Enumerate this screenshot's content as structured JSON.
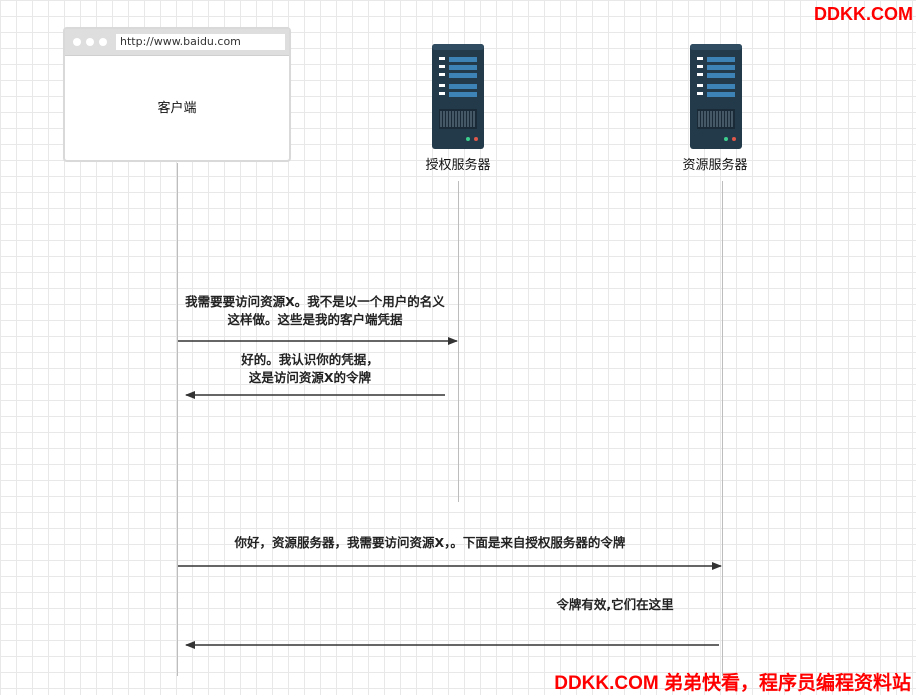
{
  "watermark": {
    "top": "DDKK.COM",
    "bottom": "DDKK.COM 弟弟快看，程序员编程资料站"
  },
  "client": {
    "url": "http://www.baidu.com",
    "label": "客户端"
  },
  "auth_server": {
    "label": "授权服务器"
  },
  "resource_server": {
    "label": "资源服务器"
  },
  "messages": [
    {
      "line1": "我需要要访问资源X。我不是以一个用户的名义",
      "line2": "这样做。这些是我的客户端凭据"
    },
    {
      "line1": "好的。我认识你的凭据，",
      "line2": "这是访问资源X的令牌"
    },
    {
      "line1": "你好，资源服务器，我需要访问资源X，。下面是来自授权服务器的令牌"
    },
    {
      "line1": "令牌有效,它们在这里"
    }
  ],
  "colors": {
    "server_body": "#233a4a",
    "server_bar": "#3d83b5",
    "arrow": "#333333",
    "watermark": "#ff0000"
  }
}
